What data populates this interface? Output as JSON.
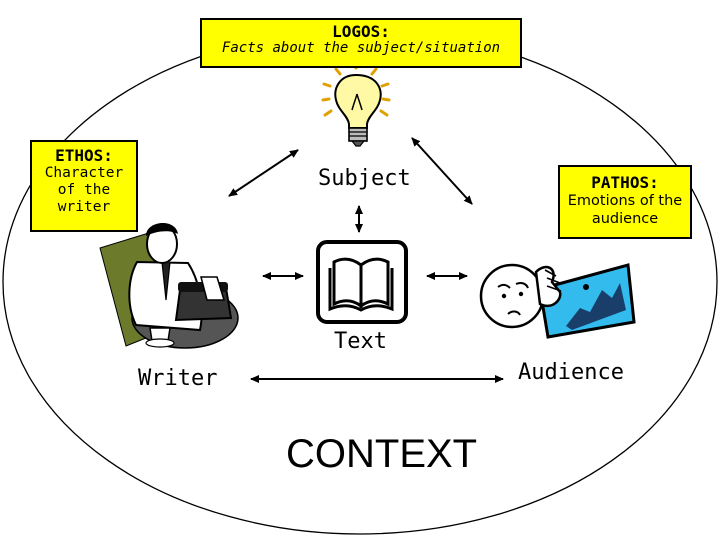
{
  "logos": {
    "title": "LOGOS:",
    "subtitle": "Facts about the subject/situation"
  },
  "ethos": {
    "title": "ETHOS:",
    "subtitle": "Character of the writer"
  },
  "pathos": {
    "title": "PATHOS:",
    "subtitle": "Emotions of the audience"
  },
  "nodes": {
    "subject": "Subject",
    "text": "Text",
    "writer": "Writer",
    "audience": "Audience"
  },
  "context": "CONTEXT",
  "colors": {
    "box_fill": "#ffff00",
    "line": "#000000",
    "poster_sky": "#33bbee"
  },
  "icons": [
    "lightbulb-icon",
    "book-icon",
    "writer-at-typewriter-illustration",
    "thinking-person-illustration"
  ]
}
